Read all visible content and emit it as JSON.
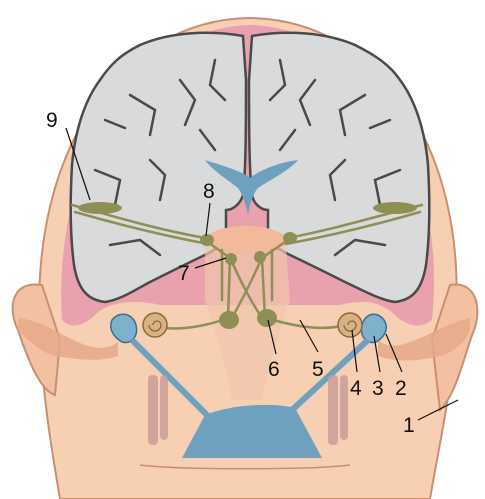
{
  "labels": {
    "l1": "1",
    "l2": "2",
    "l3": "3",
    "l4": "4",
    "l5": "5",
    "l6": "6",
    "l7": "7",
    "l8": "8",
    "l9": "9"
  },
  "colors": {
    "skin": "#f7cfb3",
    "skin_outline": "#c98f6f",
    "ear": "#e4a989",
    "meninges": "#e9a2ad",
    "brain": "#d9dadb",
    "brain_outline": "#4a4a4a",
    "ventricle": "#6ea1bd",
    "nerve": "#8f8f55",
    "cochlea": "#d9b283",
    "ear_canal": "#7fb1cc",
    "muscle": "#c99a9a"
  }
}
